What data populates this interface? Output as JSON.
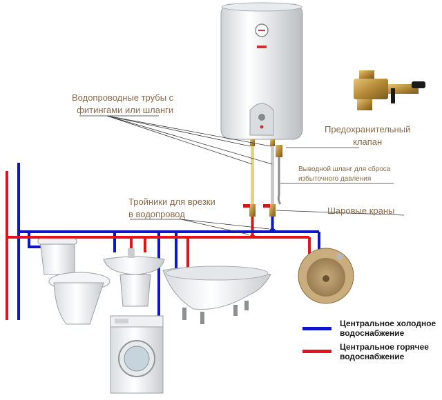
{
  "labels": {
    "pipes": [
      "Водопроводные трубы с",
      "фитингами или шланги"
    ],
    "safety_valve": [
      "Предохранительный",
      "клапан"
    ],
    "drain_hose": [
      "Выводной шланг для сброса",
      "избыточного давления"
    ],
    "tees": [
      "Тройники для врезки",
      "в водопровод"
    ],
    "ball_valves": "Шаровые краны"
  },
  "legend": [
    {
      "color": "#0b16c8",
      "lines": [
        "Центральное холодное",
        "водоснабжение"
      ]
    },
    {
      "color": "#e4121b",
      "lines": [
        "Центральное горячее",
        "водоснабжение"
      ]
    }
  ],
  "colors": {
    "cold": "#0b16c8",
    "hot": "#e4121b",
    "label": "#8a6a4a"
  }
}
